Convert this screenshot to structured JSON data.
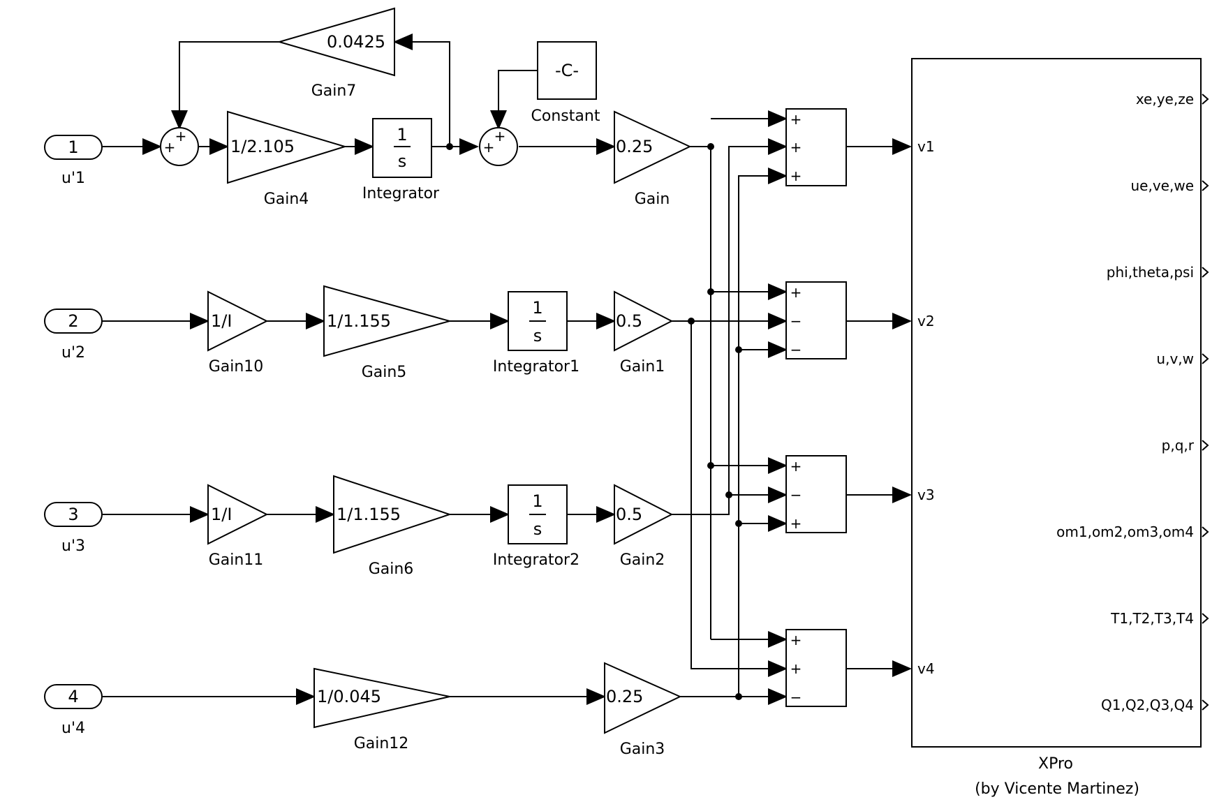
{
  "inports": [
    {
      "num": "1",
      "name": "u'1"
    },
    {
      "num": "2",
      "name": "u'2"
    },
    {
      "num": "3",
      "name": "u'3"
    },
    {
      "num": "4",
      "name": "u'4"
    }
  ],
  "gains": {
    "gain7": {
      "value": "0.0425",
      "name": "Gain7"
    },
    "gain4": {
      "value": "1/2.105",
      "name": "Gain4"
    },
    "gain": {
      "value": "0.25",
      "name": "Gain"
    },
    "gain10": {
      "value": "1/I",
      "name": "Gain10"
    },
    "gain5": {
      "value": "1/1.155",
      "name": "Gain5"
    },
    "gain1": {
      "value": "0.5",
      "name": "Gain1"
    },
    "gain11": {
      "value": "1/I",
      "name": "Gain11"
    },
    "gain6": {
      "value": "1/1.155",
      "name": "Gain6"
    },
    "gain2": {
      "value": "0.5",
      "name": "Gain2"
    },
    "gain12": {
      "value": "1/0.045",
      "name": "Gain12"
    },
    "gain3": {
      "value": "0.25",
      "name": "Gain3"
    }
  },
  "integrators": {
    "numerator": "1",
    "denominator": "s",
    "names": [
      "Integrator",
      "Integrator1",
      "Integrator2"
    ]
  },
  "constant": {
    "value": "-C-",
    "name": "Constant"
  },
  "sum_signs": {
    "plus": "+",
    "minus": "−"
  },
  "sums": [
    {
      "signs": [
        "+",
        "+",
        "+"
      ]
    },
    {
      "signs": [
        "+",
        "−",
        "−"
      ]
    },
    {
      "signs": [
        "+",
        "−",
        "+"
      ]
    },
    {
      "signs": [
        "+",
        "+",
        "−"
      ]
    }
  ],
  "subsystem": {
    "name": "XPro",
    "subtitle": "(by Vicente Martinez)",
    "inputs": [
      "v1",
      "v2",
      "v3",
      "v4"
    ],
    "outputs": [
      "xe,ye,ze",
      "ue,ve,we",
      "phi,theta,psi",
      "u,v,w",
      "p,q,r",
      "om1,om2,om3,om4",
      "T1,T2,T3,T4",
      "Q1,Q2,Q3,Q4"
    ]
  }
}
